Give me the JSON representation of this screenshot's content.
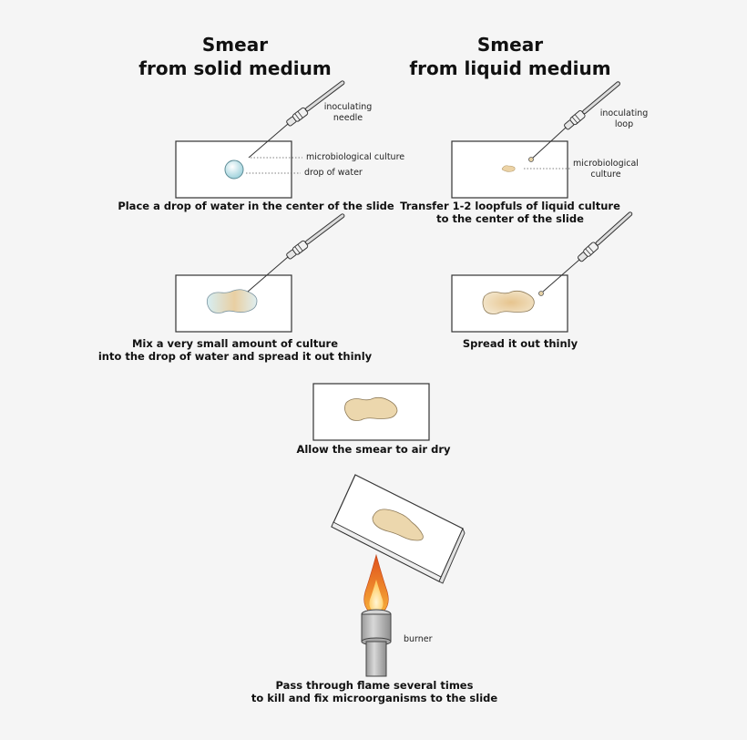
{
  "titles": {
    "solid": [
      "Smear",
      "from solid medium"
    ],
    "liquid": [
      "Smear",
      "from liquid medium"
    ]
  },
  "labels": {
    "inoculating_needle": [
      "inoculating",
      "needle"
    ],
    "inoculating_loop": [
      "inoculating",
      "loop"
    ],
    "microbiological_culture_solid": "microbiological culture",
    "drop_of_water": "drop of water",
    "microbiological_culture_liquid": [
      "microbiological",
      "culture"
    ],
    "burner": "burner"
  },
  "captions": {
    "step1_solid": [
      "Place a drop of water in the center of the slide"
    ],
    "step1_liquid": [
      "Transfer 1-2 loopfuls of liquid culture",
      "to the center of the slide"
    ],
    "step2_solid": [
      "Mix a very small amount of culture",
      "into the drop of water and spread it out thinly"
    ],
    "step2_liquid": [
      "Spread it out thinly"
    ],
    "step3": [
      "Allow the smear to air dry"
    ],
    "step4": [
      "Pass through flame several times",
      "to kill and fix microorganisms to the slide"
    ]
  },
  "colors": {
    "slide_stroke": "#333333",
    "slide_fill": "#ffffff",
    "smear": "#ecd9b3",
    "water_drop": "#bfe3ea",
    "flame_outer": "#f08a1e",
    "flame_inner": "#ffd36b",
    "burner": "#b8b8b8"
  }
}
